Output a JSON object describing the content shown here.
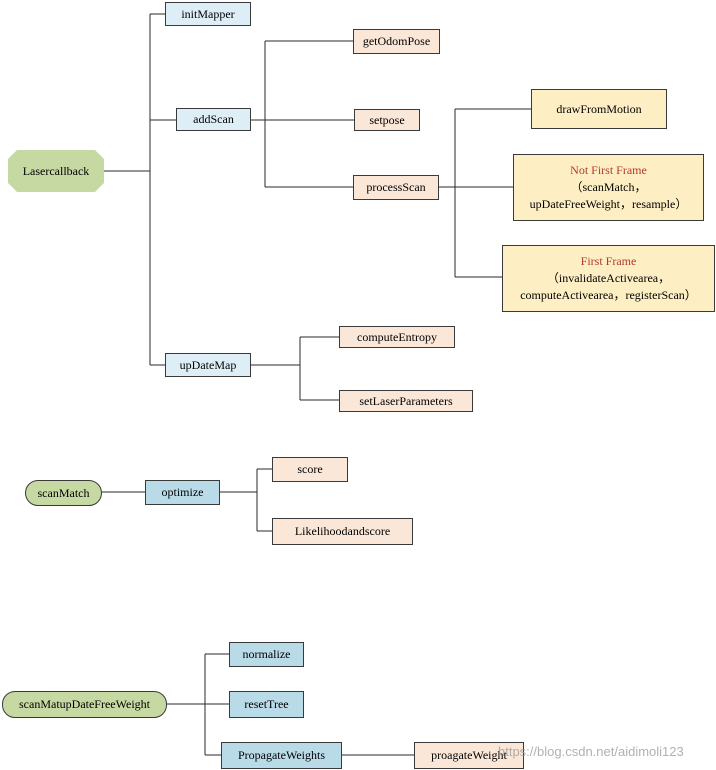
{
  "diagram1": {
    "root": "Lasercallback",
    "initMapper": "initMapper",
    "addScan": "addScan",
    "getOdomPose": "getOdomPose",
    "setpose": "setpose",
    "processScan": "processScan",
    "drawFromMotion": "drawFromMotion",
    "notFirstFrame": {
      "title": "Not First Frame",
      "line1": "（scanMatch，",
      "line2": "upDateFreeWeight，resample）"
    },
    "firstFrame": {
      "title": "First Frame",
      "line1": "（invalidateActivearea，",
      "line2": "computeActivearea，registerScan）"
    },
    "upDateMap": "upDateMap",
    "computeEntropy": "computeEntropy",
    "setLaserParameters": "setLaserParameters"
  },
  "diagram2": {
    "root": "scanMatch",
    "optimize": "optimize",
    "score": "score",
    "likelihood": "Likelihoodandscore"
  },
  "diagram3": {
    "root": "scanMatupDateFreeWeight",
    "normalize": "normalize",
    "resetTree": "resetTree",
    "propagateWeights": "PropagateWeights",
    "proagateWeight": "proagateWeight"
  },
  "watermark": "https://blog.csdn.net/aidimoli123",
  "colors": {
    "root": "#c6d9a3",
    "level1_top": "#deeef7",
    "level1_blue": "#b9dbe8",
    "leaf": "#fbe7d8",
    "frame_box": "#fdefc3",
    "frame_title": "#b33a2e",
    "line": "#2a2a2a"
  }
}
